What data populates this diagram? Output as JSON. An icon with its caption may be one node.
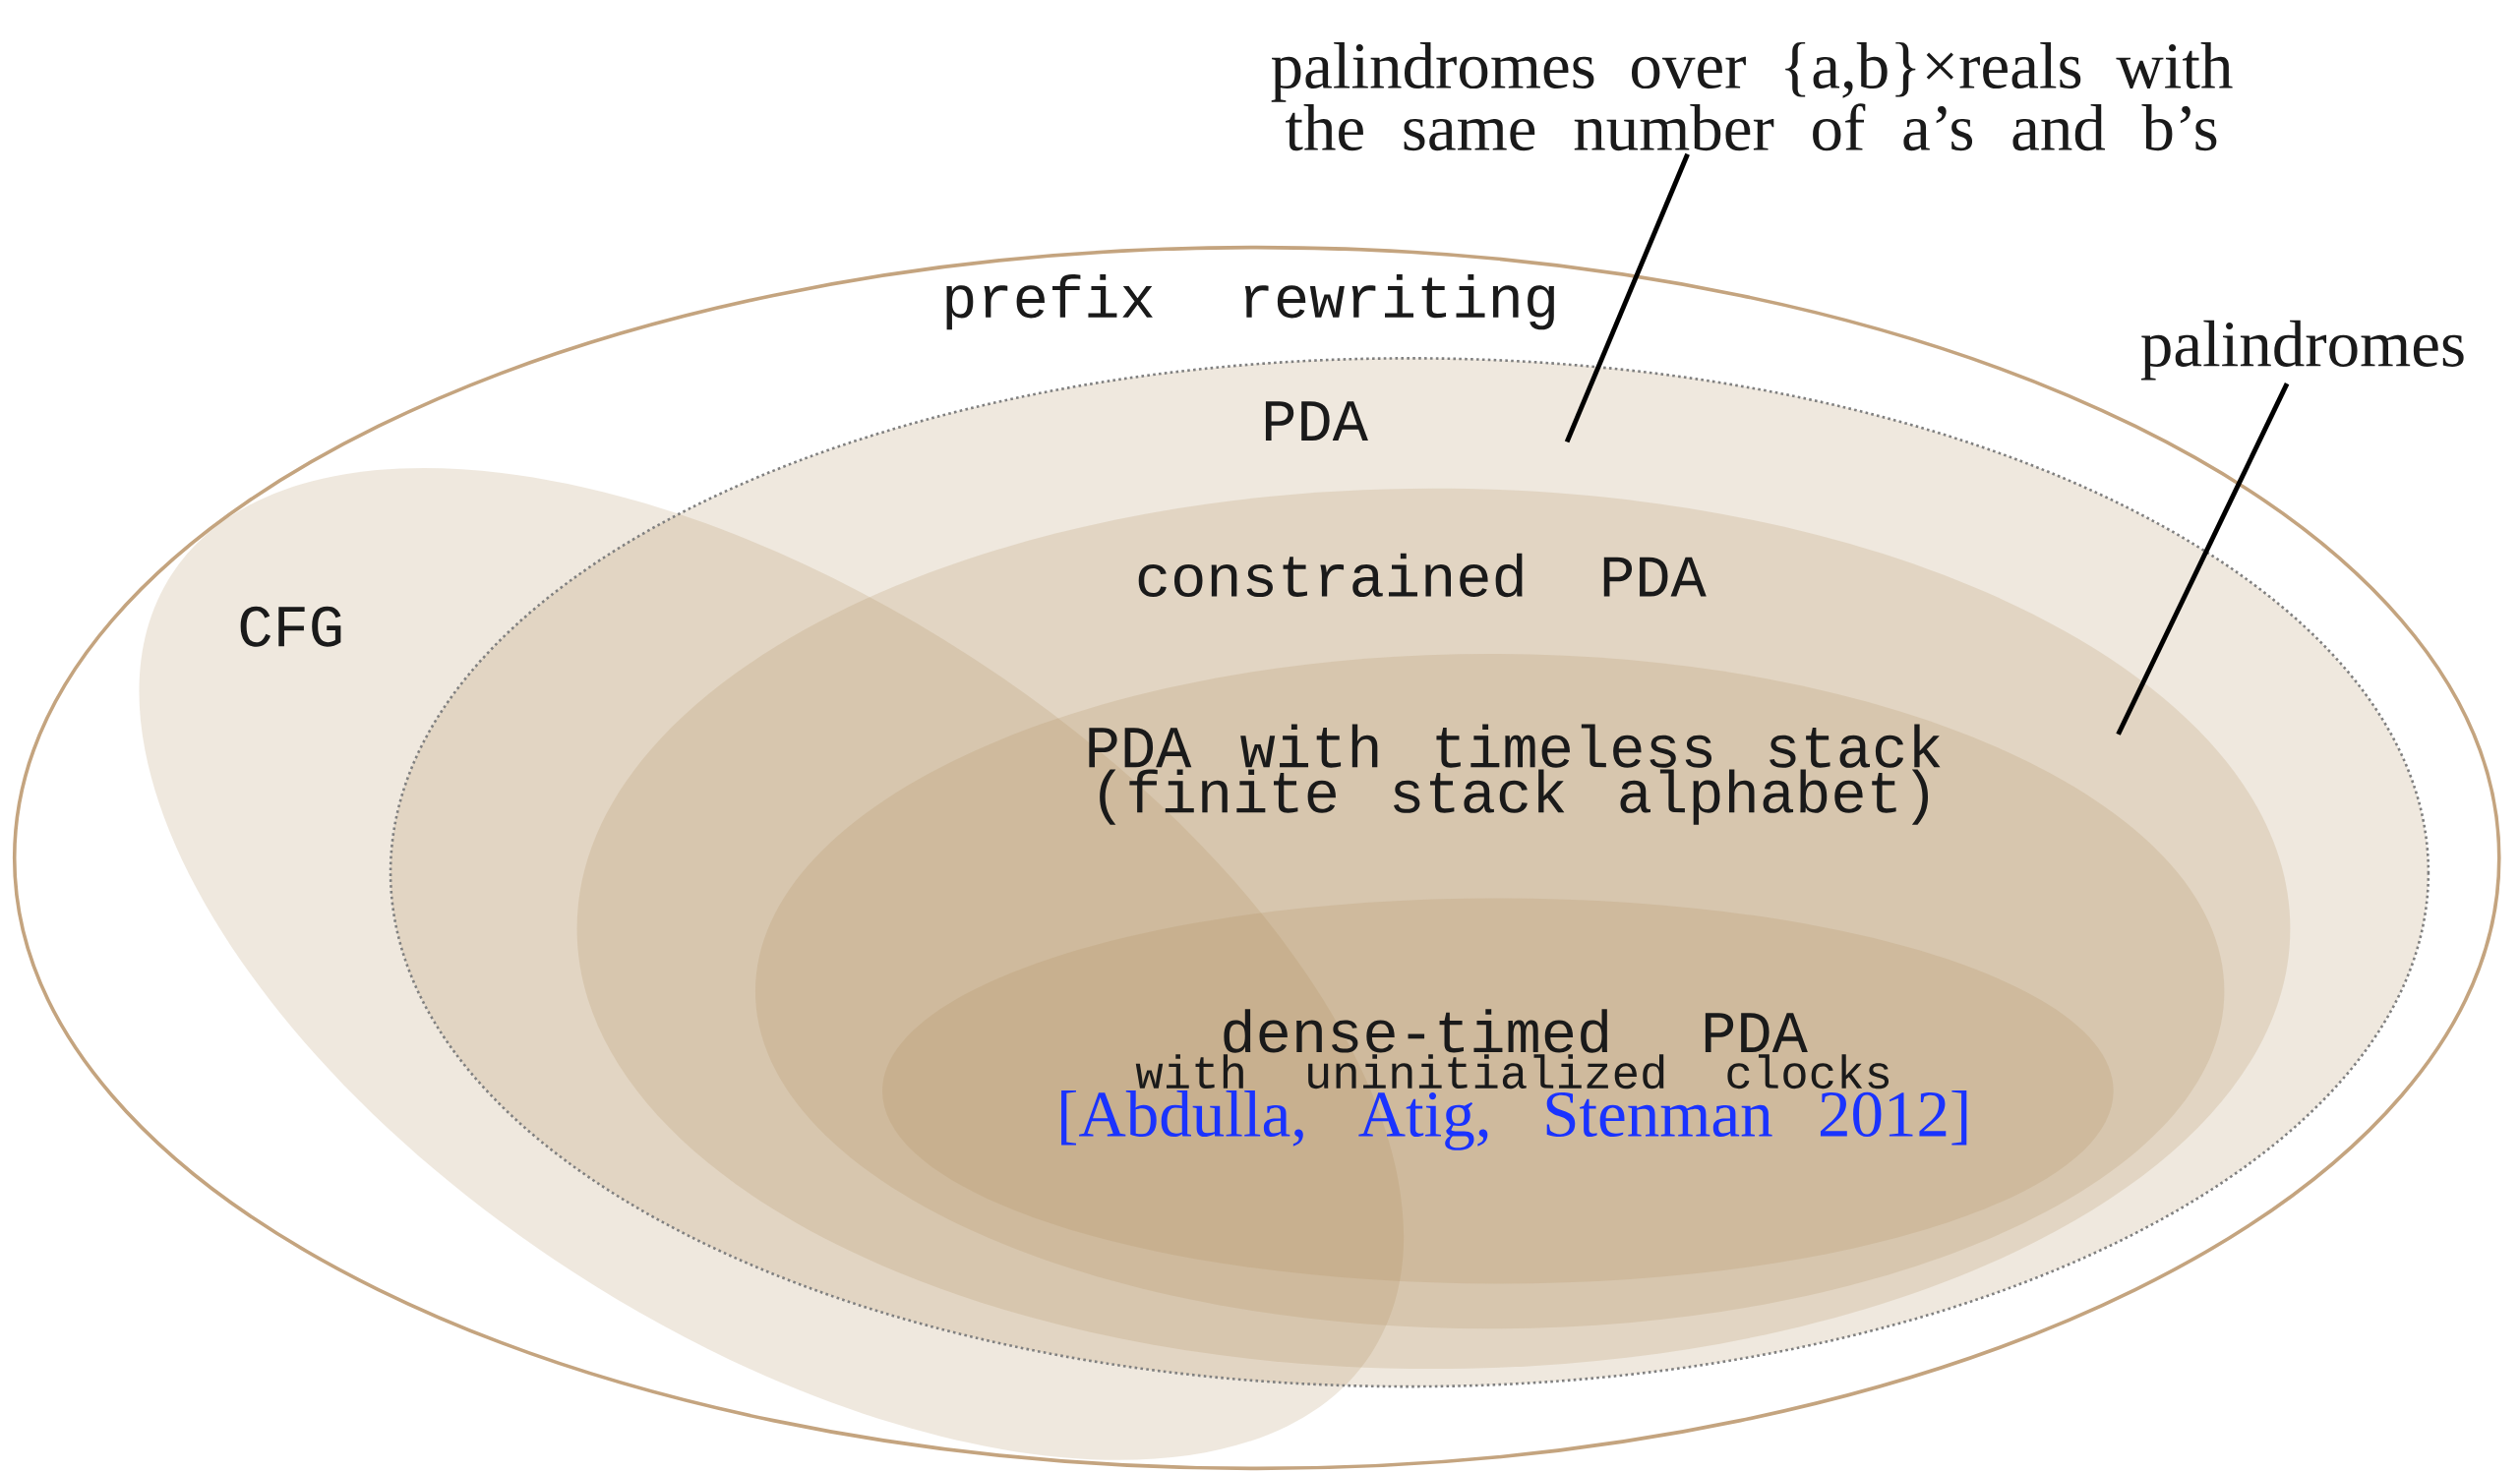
{
  "diagram": {
    "nodes": [
      {
        "text": [
          "prefix rewriting"
        ]
      },
      {
        "text": [
          "PDA"
        ],
        "in": 0
      },
      {
        "text": [
          "constrained PDA"
        ],
        "in": 1
      },
      {
        "text": [
          "PDA with timeless stack (finite stack alphabet)"
        ],
        "in": 2
      },
      {
        "text": [
          "dense-timed PDA",
          "with uninitialized clocks",
          "[Abdulla, Atig, Stenman 2012]"
        ],
        "in": 3
      },
      {
        "text": [
          "CFG"
        ],
        "in": 0
      },
      {
        "text": [
          "palindromes over {a,b}×reals with the same number of a’s and b’s"
        ]
      },
      {
        "text": [
          "palindromes"
        ]
      }
    ],
    "edges": [
      {
        "from": 6,
        "to": null,
        "arrow": "none"
      },
      {
        "from": 7,
        "to": null,
        "arrow": "none"
      }
    ]
  }
}
